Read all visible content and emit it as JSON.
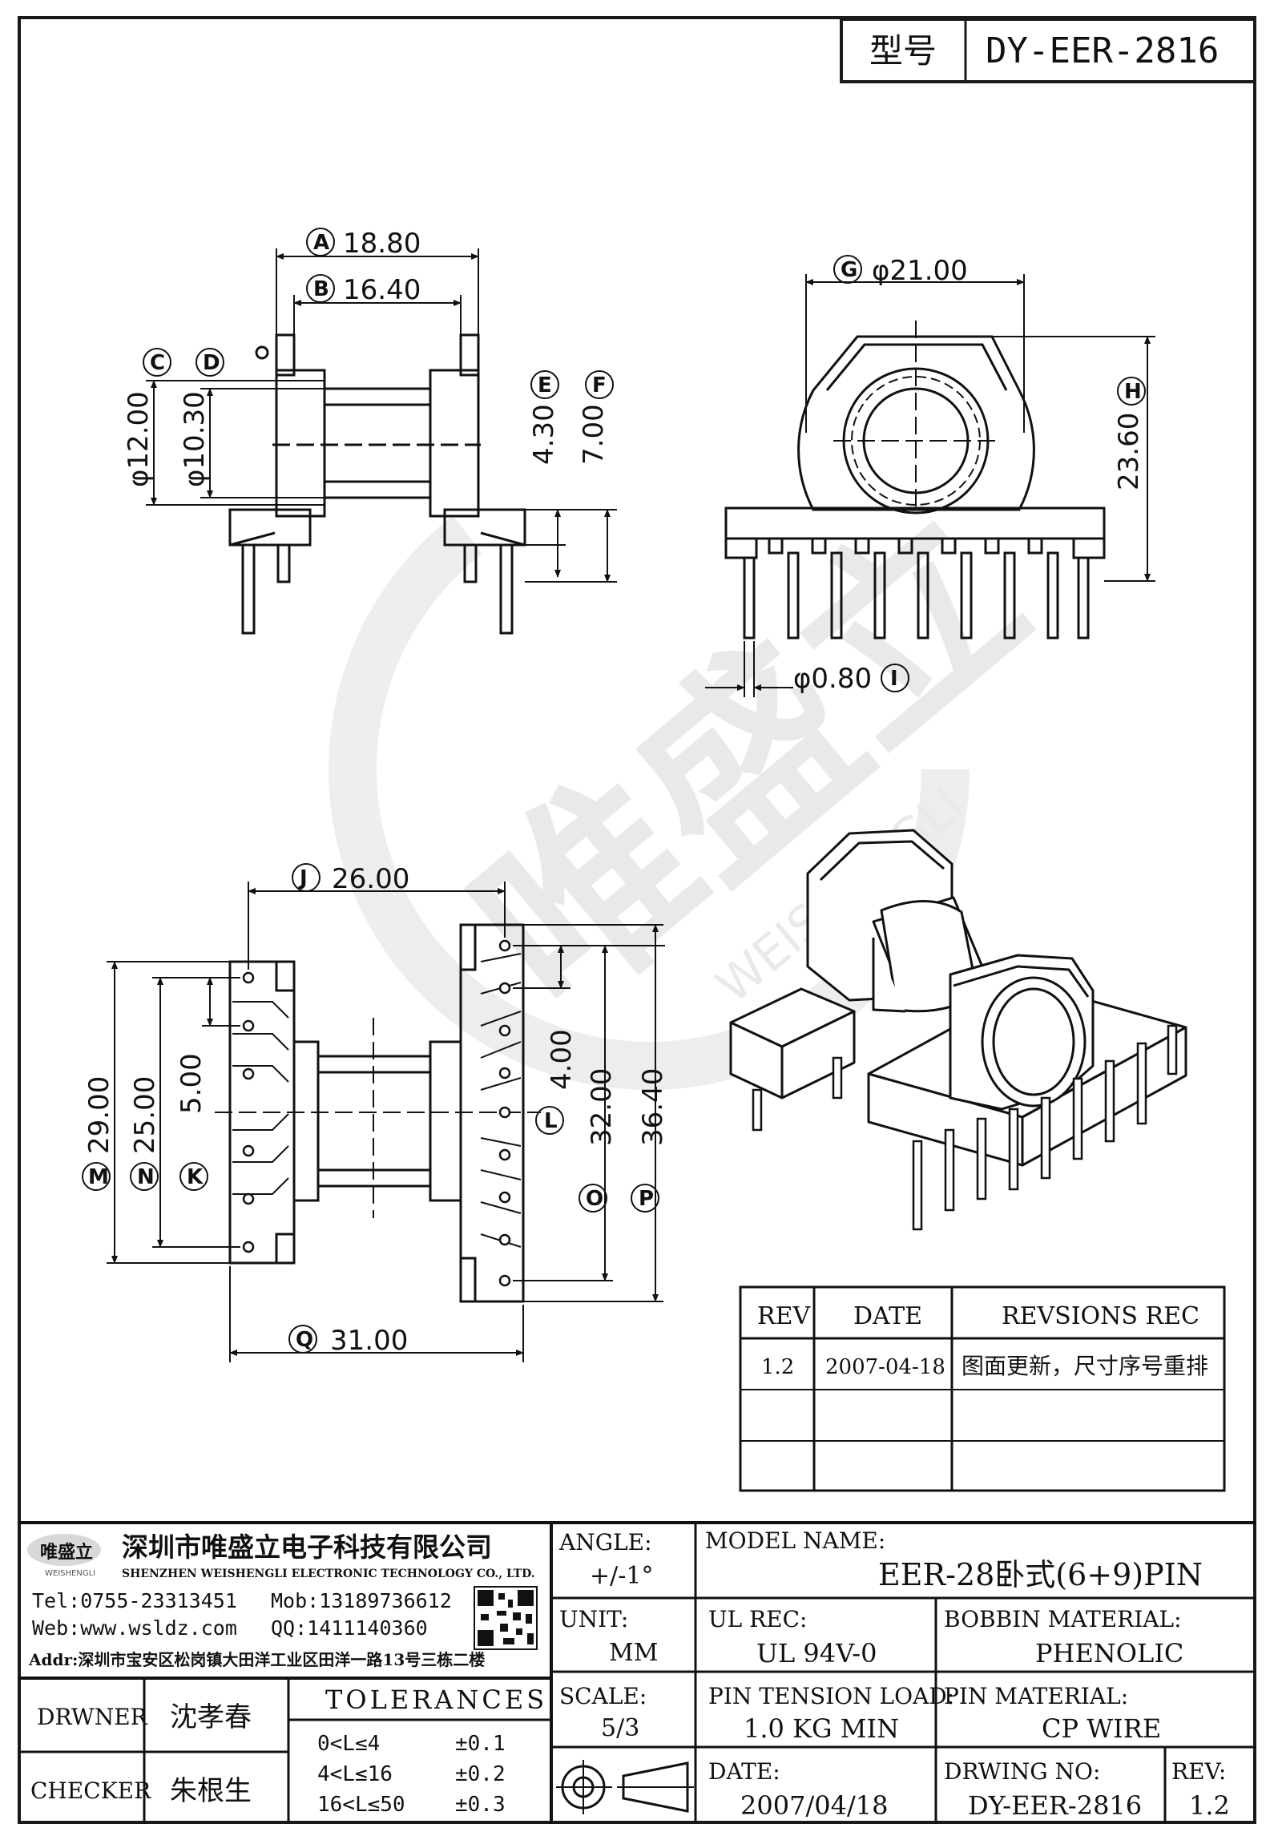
{
  "model_box": {
    "label": "型号",
    "value": "DY-EER-2816"
  },
  "dims": {
    "A": {
      "tag": "A",
      "value": "18.80"
    },
    "B": {
      "tag": "B",
      "value": "16.40"
    },
    "C": {
      "tag": "C",
      "value": "φ12.00"
    },
    "D": {
      "tag": "D",
      "value": "φ10.30"
    },
    "E": {
      "tag": "E",
      "value": "4.30"
    },
    "F": {
      "tag": "F",
      "value": "7.00"
    },
    "G": {
      "tag": "G",
      "value": "φ21.00"
    },
    "H": {
      "tag": "H",
      "value": "23.60"
    },
    "I": {
      "tag": "I",
      "value": "φ0.80"
    },
    "J": {
      "tag": "J",
      "value": "26.00"
    },
    "K": {
      "tag": "K",
      "value": "5.00"
    },
    "L": {
      "tag": "L",
      "value": "4.00"
    },
    "M": {
      "tag": "M",
      "value": "29.00"
    },
    "N": {
      "tag": "N",
      "value": "25.00"
    },
    "O": {
      "tag": "O",
      "value": "32.00"
    },
    "P": {
      "tag": "P",
      "value": "36.40"
    },
    "Q": {
      "tag": "Q",
      "value": "31.00"
    }
  },
  "watermark": {
    "brand": "唯盛立",
    "brand_en": "WEISHENGLI"
  },
  "revision_table": {
    "headers": [
      "REV",
      "DATE",
      "REVSIONS REC"
    ],
    "rows": [
      [
        "1.2",
        "2007-04-18",
        "图面更新，尺寸序号重排"
      ],
      [
        "",
        "",
        ""
      ],
      [
        "",
        "",
        ""
      ]
    ]
  },
  "company": {
    "logo_text": "唯盛立",
    "logo_sub": "WEISHENGLI",
    "name_cn": "深圳市唯盛立电子科技有限公司",
    "name_en": "SHENZHEN WEISHENGLI ELECTRONIC TECHNOLOGY CO., LTD.",
    "tel": "Tel:0755-23313451",
    "mob": "Mob:13189736612",
    "web": "Web:www.wsldz.com",
    "qq": "QQ:1411140360",
    "addr": "Addr:深圳市宝安区松岗镇大田洋工业区田洋一路13号三栋二楼"
  },
  "title_block": {
    "angle_label": "ANGLE:",
    "angle_value": "+/-1°",
    "model_name_label": "MODEL NAME:",
    "model_name_value": "EER-28卧式(6+9)PIN",
    "unit_label": "UNIT:",
    "unit_value": "MM",
    "ul_rec_label": "UL REC:",
    "ul_rec_value": "UL 94V-0",
    "bobbin_material_label": "BOBBIN MATERIAL:",
    "bobbin_material_value": "PHENOLIC",
    "scale_label": "SCALE:",
    "scale_value": "5/3",
    "pin_tension_label": "PIN TENSION LOAD:",
    "pin_tension_value": "1.0 KG MIN",
    "pin_material_label": "PIN MATERIAL:",
    "pin_material_value": "CP WIRE",
    "date_label": "DATE:",
    "date_value": "2007/04/18",
    "drwing_no_label": "DRWING NO:",
    "drwing_no_value": "DY-EER-2816",
    "rev_label": "REV:",
    "rev_value": "1.2",
    "drwner_label": "DRWNER",
    "drwner_value": "沈孝春",
    "checker_label": "CHECKER",
    "checker_value": "朱根生",
    "tolerances_title": "TOLERANCES",
    "tolerances": [
      {
        "range": "0<L≤4",
        "tol": "±0.1"
      },
      {
        "range": "4<L≤16",
        "tol": "±0.2"
      },
      {
        "range": "16<L≤50",
        "tol": "±0.3"
      }
    ]
  }
}
